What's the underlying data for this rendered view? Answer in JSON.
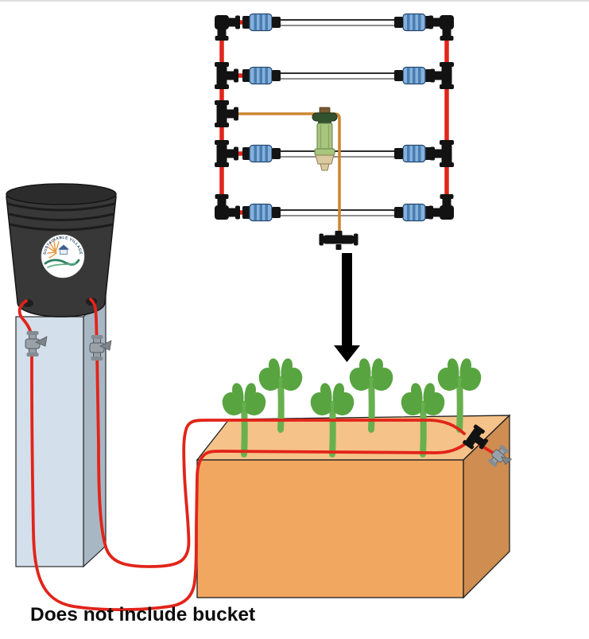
{
  "caption": "Does not include bucket",
  "logo": {
    "text": "SUSTAINABLE VILLAGE"
  },
  "colors": {
    "supply_tubing": "#e2241a",
    "inlet_tubing": "#cd8733",
    "fittings_black": "#121212",
    "coupler_blue": "#85b2dc",
    "bucket_gray": "#383838",
    "stand_front": "#d3dfeb",
    "stand_side": "#a8b7c4",
    "planter_top": "#f5c289",
    "planter_front": "#f2a761",
    "planter_side": "#cf8d52",
    "plant_green": "#58a441",
    "plant_stem": "#68b04f",
    "filter_body_green": "#a8c67e",
    "filter_cap_green": "#33532f",
    "filter_tip_tan": "#dbc9a0",
    "valve_gray": "#9aa2a9",
    "arrow_black": "#000000"
  },
  "counts": {
    "drip_lines": 4,
    "drip_tape_couplers": 8,
    "plants": 6,
    "shutoff_valves": 2,
    "flush_valves": 1,
    "filters": 1
  }
}
